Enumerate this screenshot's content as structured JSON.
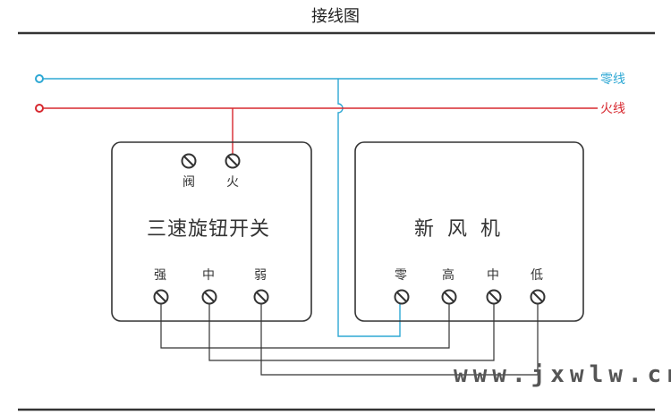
{
  "title": "接线图",
  "wires": {
    "neutral": {
      "label": "零线",
      "color": "#2ea8d4"
    },
    "live": {
      "label": "火线",
      "color": "#d7282f"
    }
  },
  "switch": {
    "name": "三速旋钮开关",
    "top_terminals": [
      "阀",
      "火"
    ],
    "bottom_terminals": [
      "强",
      "中",
      "弱"
    ]
  },
  "fan": {
    "name": "新 风 机",
    "terminals": [
      "零",
      "高",
      "中",
      "低"
    ]
  },
  "watermark": "www.jxwlw.cn",
  "colors": {
    "line_dark": "#333333",
    "box_border": "#333333"
  }
}
